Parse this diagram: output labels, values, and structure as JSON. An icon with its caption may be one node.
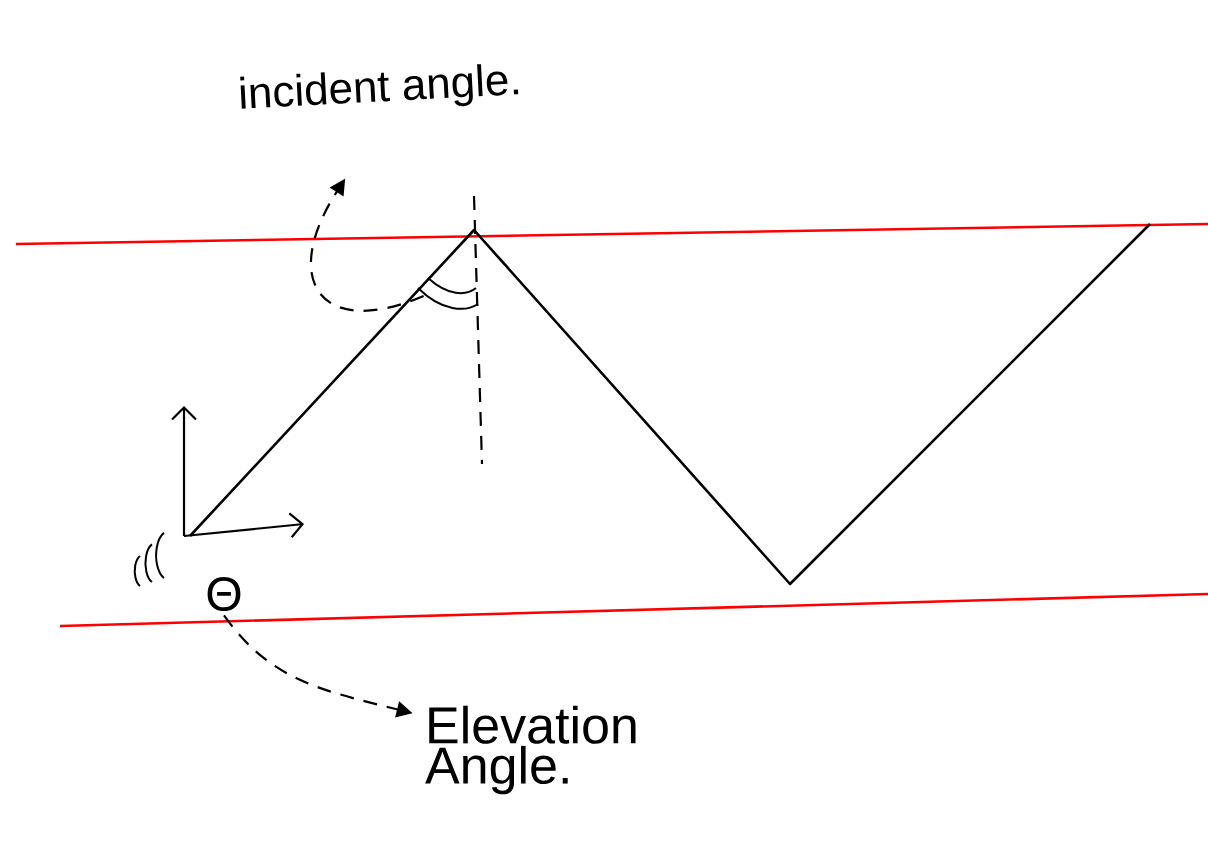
{
  "diagram": {
    "nodes": [
      {
        "text": [
          "incident angle."
        ]
      },
      {
        "text": [],
        "shape": "arc"
      },
      {
        "text": [
          "Θ"
        ]
      },
      {
        "text": [
          "Elevation Angle."
        ]
      }
    ],
    "edges": [
      {
        "from": 1,
        "to": 0,
        "arrow": "to"
      },
      {
        "from": 2,
        "to": 3,
        "arrow": "to"
      }
    ]
  }
}
